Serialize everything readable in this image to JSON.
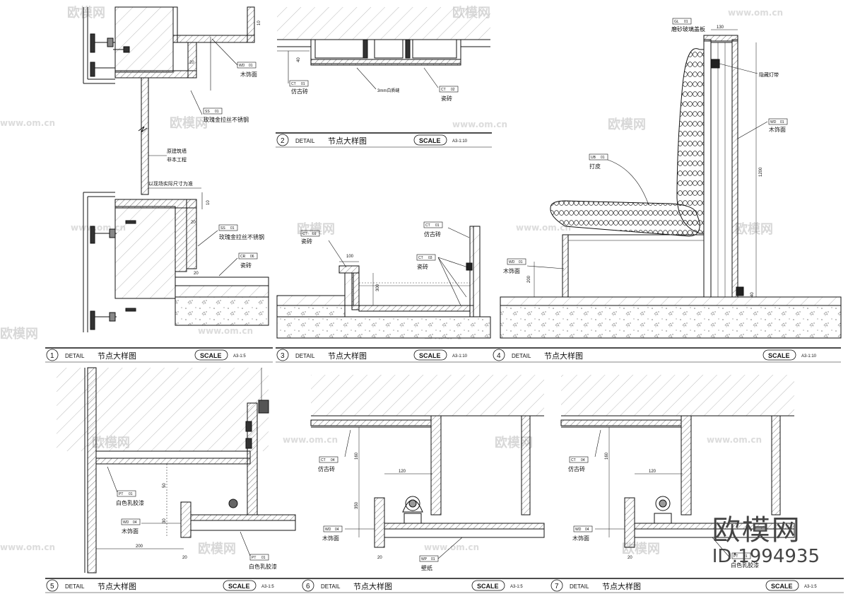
{
  "watermark": {
    "site": "欧模网",
    "domain": "www.om.cn",
    "brand": "欧模网",
    "id_label": "ID:1994935"
  },
  "panel_common": {
    "detail": "DETAIL",
    "title": "节点大样图",
    "scale": "SCALE"
  },
  "panels": [
    {
      "num": "1",
      "ratio": "A3-1:5"
    },
    {
      "num": "2",
      "ratio": "A3-1:10"
    },
    {
      "num": "3",
      "ratio": "A3-1:10"
    },
    {
      "num": "4",
      "ratio": "A3-1:10"
    },
    {
      "num": "5",
      "ratio": "A3-1:5"
    },
    {
      "num": "6",
      "ratio": "A3-1:5"
    },
    {
      "num": "7",
      "ratio": "A3-1:5"
    }
  ],
  "p1": {
    "tag_wd": "WD",
    "tag_wd_n": "01",
    "label_wd": "木饰面",
    "tag_ss": "SS",
    "tag_ss_n": "01",
    "label_ss": "玫瑰金拉丝不锈钢",
    "note_wall": "原建筑墙",
    "note_wall2": "非本工程",
    "note_site": "以现场实际尺寸为准",
    "tag_ss2": "SS",
    "tag_ss2_n": "01",
    "label_ss2": "玫瑰金拉丝不锈钢",
    "tag_cr": "CR",
    "tag_cr_n": "06",
    "label_cr": "瓷砖",
    "dim_10": "10",
    "dim_20": "20",
    "dim_10b": "10",
    "dim_20b": "20",
    "dim_20c": "20"
  },
  "p2": {
    "tag_ct": "CT",
    "tag_ct_n": "01",
    "label_ct": "仿古砖",
    "note_gap": "3mm白质缝",
    "tag_ct2": "CT",
    "tag_ct2_n": "02",
    "label_ct2": "瓷砖",
    "dim_40": "40"
  },
  "p3": {
    "tag_ct": "CT",
    "tag_ct_n": "01",
    "label_ct": "瓷砖",
    "tag_ct2": "CT",
    "tag_ct2_n": "01",
    "label_ct2": "仿古砖",
    "tag_ct3": "CT",
    "tag_ct3_n": "03",
    "label_ct3": "瓷砖",
    "dim_100": "100",
    "dim_300": "300"
  },
  "p4": {
    "tag_gl": "GL",
    "tag_gl_n": "01",
    "label_gl": "磨砂玻璃盖板",
    "dim_130": "130",
    "label_led": "隐藏灯带",
    "tag_wd": "WD",
    "tag_wd_n": "01",
    "label_wd": "木饰面",
    "tag_ub": "UB",
    "tag_ub_n": "01",
    "label_ub": "打皮",
    "tag_wd2": "WD",
    "tag_wd2_n": "01",
    "label_wd2": "木饰面",
    "dim_1200": "1200",
    "dim_200": "200",
    "dim_40": "40"
  },
  "p5": {
    "tag_pt": "PT",
    "tag_pt_n": "01",
    "label_pt": "白色乳胶漆",
    "tag_wd": "WD",
    "tag_wd_n": "04",
    "label_wd": "木饰面",
    "tag_pt2": "PT",
    "tag_pt2_n": "01",
    "label_pt2": "白色乳胶漆",
    "dim_50": "50",
    "dim_30": "30",
    "dim_200": "200",
    "dim_20": "20"
  },
  "p6": {
    "tag_ct": "CT",
    "tag_ct_n": "04",
    "label_ct": "仿古砖",
    "tag_wd": "WD",
    "tag_wd_n": "04",
    "label_wd": "木饰面",
    "tag_wp": "WP",
    "tag_wp_n": "01",
    "label_wp": "壁纸",
    "dim_120": "120",
    "dim_160": "160",
    "dim_350": "350",
    "dim_20": "20"
  },
  "p7": {
    "tag_ct": "CT",
    "tag_ct_n": "04",
    "label_ct": "仿古砖",
    "tag_wd": "WD",
    "tag_wd_n": "04",
    "label_wd": "木饰面",
    "tag_pt": "PT",
    "tag_pt_n": "01",
    "label_pt": "白色乳胶漆",
    "dim_120": "120",
    "dim_160": "160",
    "dim_20": "20"
  }
}
